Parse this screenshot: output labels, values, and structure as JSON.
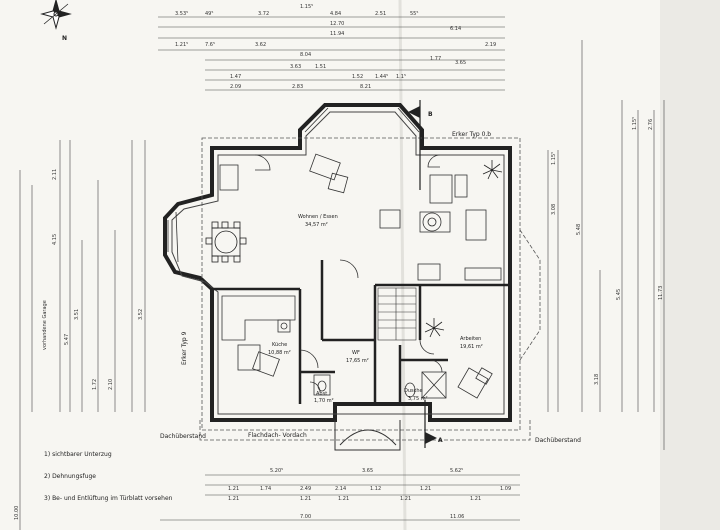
{
  "compass": {
    "north_label": "N"
  },
  "rooms": {
    "wohnen_name": "Wohnen / Essen",
    "wohnen_area": "34,57 m²",
    "kueche_name": "Küche",
    "kueche_area": "10,88 m²",
    "wf_name": "WF",
    "wf_area": "17,65 m²",
    "arbeiten_name": "Arbeiten",
    "arbeiten_area": "19,61 m²",
    "abst_name": "Abst",
    "abst_area": "1,70 m²",
    "dusche_name": "Dusche",
    "dusche_area": "3,75 m²"
  },
  "labels": {
    "erker_b": "Erker Typ 0.b",
    "erker_9": "Erker Typ 9",
    "garage": "vorhandene Garage",
    "vordach": "Flachdach- Vordach",
    "dachueberstand_left": "Dachüberstand",
    "dachueberstand_right": "Dachüberstand",
    "section_a": "A",
    "section_b": "B"
  },
  "notes": [
    "1) sichtbarer Unterzug",
    "2) Dehnungsfuge",
    "3) Be- und Entlüftung im Türblatt vorsehen"
  ],
  "dims": {
    "top": [
      [
        "3.53⁵",
        "49⁵",
        "3.72",
        "4.84",
        "2.51",
        "1.15⁵",
        "55⁵"
      ],
      [
        "12.70",
        "11.94"
      ],
      [
        "1.21⁵",
        "7.6⁵",
        "3.62",
        "6.14",
        "2.19"
      ],
      [
        "8.04",
        "3.65"
      ],
      [
        "1.47",
        "3.63",
        "1.51",
        "1.52",
        "1.44⁵",
        "1.1⁵"
      ],
      [
        "2.09",
        "2.83",
        "8.21",
        "1.77"
      ]
    ],
    "bottom": [
      [
        "5.20⁵",
        "3.65",
        "5.62⁵"
      ],
      [
        "1.21",
        "1.74",
        "2.49",
        "2.14",
        "1.12",
        "1.21",
        "1.09"
      ],
      [
        "1.21",
        "1.21",
        "1.21",
        "1.21",
        "1.21"
      ],
      [
        "7.00",
        "11.06"
      ]
    ],
    "left": [
      "2.11",
      "4.15",
      "5.47",
      "3.51",
      "1.72",
      "2.10",
      "3.52",
      "10.00"
    ],
    "right": [
      "1.15⁵",
      "3.08",
      "5.48",
      "1.15⁵",
      "2.76",
      "3.18",
      "5.45",
      "11.73"
    ]
  }
}
